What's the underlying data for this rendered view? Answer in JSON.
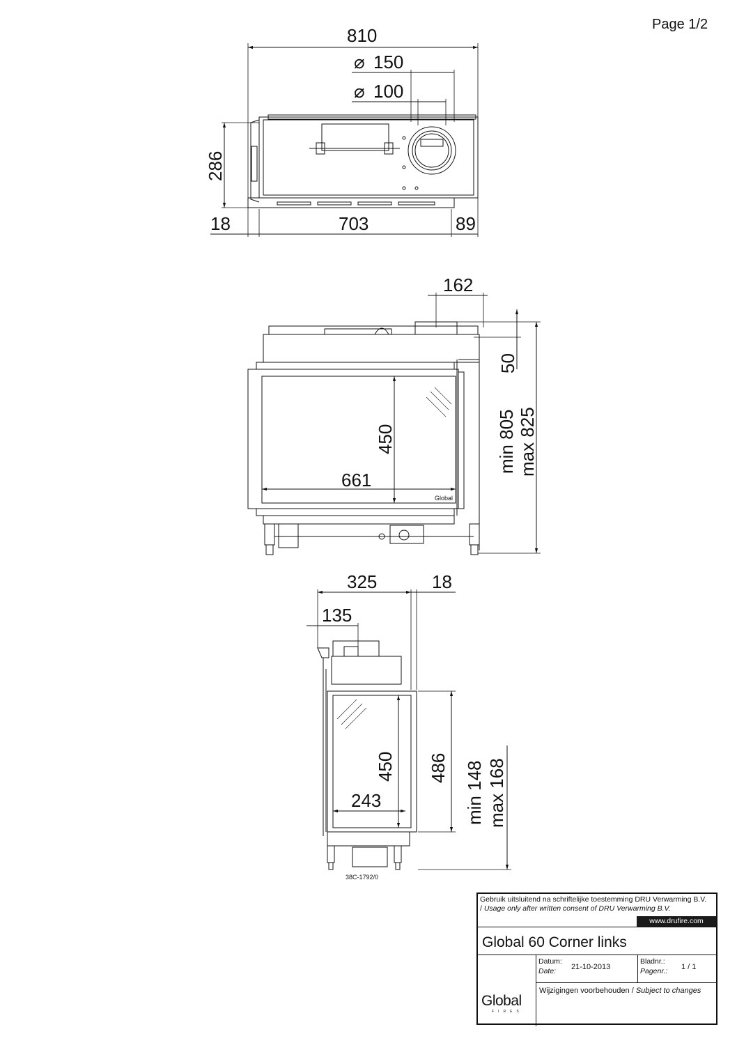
{
  "page_label": "Page 1/2",
  "top_view": {
    "width_overall": "810",
    "flue_outer": "150",
    "flue_inner": "100",
    "depth": "286",
    "left_offset": "18",
    "body_width": "703",
    "right_offset": "89"
  },
  "front_view": {
    "flue_width": "162",
    "top_gap": "50",
    "height_min": "min 805",
    "height_max": "max 825",
    "glass_height": "450",
    "glass_width": "661",
    "brand_mark": "Global"
  },
  "side_view": {
    "depth": "325",
    "offset": "18",
    "flue_offset": "135",
    "glass_height": "450",
    "frame_height": "486",
    "base_min": "min 148",
    "base_max": "max 168",
    "glass_width": "243",
    "drawing_number": "38C-1792/0"
  },
  "title_block": {
    "notice_nl": "Gebruik uitsluitend na schriftelijke toestemming DRU Verwarming B.V. / ",
    "notice_en": "Usage only after written consent of DRU Verwarming B.V.",
    "website": "www.drufire.com",
    "product_title": "Global 60 Corner links",
    "logo_text": "Global",
    "logo_sub": "FIRES",
    "date_label_nl": "Datum:",
    "date_label_en": "Date:",
    "date_value": "21-10-2013",
    "page_label_nl": "Bladnr.:",
    "page_label_en": "Pagenr.:",
    "page_value": "1 / 1",
    "changes_nl": "Wijzigingen voorbehouden / ",
    "changes_en": "Subject to changes"
  }
}
